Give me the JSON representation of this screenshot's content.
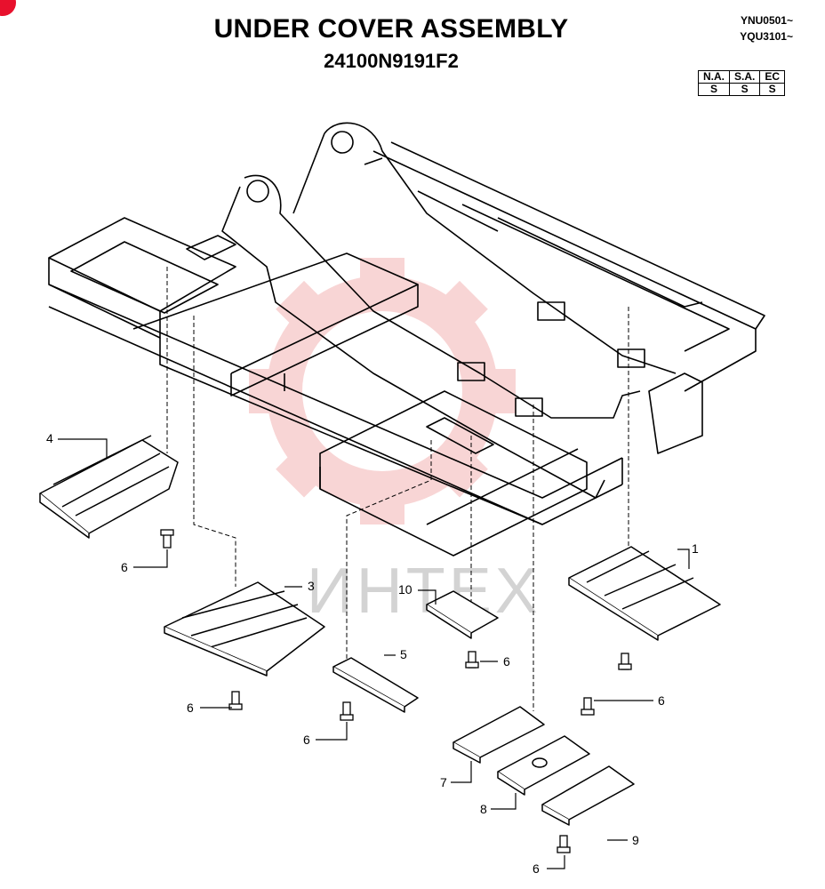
{
  "header": {
    "title": "UNDER COVER ASSEMBLY",
    "part_code": "24100N9191F2",
    "serial_ranges": [
      "YNU0501~",
      "YQU3101~"
    ]
  },
  "market_table": {
    "headers": [
      "N.A.",
      "S.A.",
      "EC"
    ],
    "values": [
      "S",
      "S",
      "S"
    ]
  },
  "watermark": {
    "text": "ИНТЕХ",
    "color": "#f4b4b4"
  },
  "callouts": [
    "1",
    "3",
    "4",
    "5",
    "6",
    "6",
    "6",
    "6",
    "6",
    "6",
    "7",
    "8",
    "9",
    "10"
  ]
}
